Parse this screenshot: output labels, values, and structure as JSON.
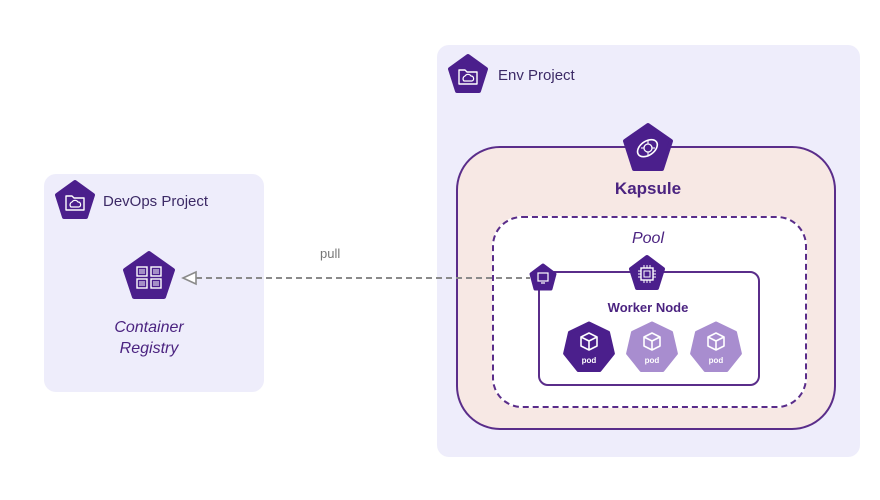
{
  "devops_project": {
    "label": "DevOps Project",
    "icon": "project-cloud-folder-icon"
  },
  "env_project": {
    "label": "Env Project",
    "icon": "project-cloud-folder-icon"
  },
  "kapsule": {
    "label": "Kapsule",
    "icon": "kubernetes-helm-icon"
  },
  "pool": {
    "label": "Pool"
  },
  "worker_node": {
    "label": "Worker Node",
    "icon": "cpu-chip-icon"
  },
  "registry": {
    "line1": "Container",
    "line2": "Registry",
    "icon": "container-registry-icon"
  },
  "connector": {
    "label": "pull"
  },
  "pods": [
    {
      "label": "pod",
      "state": "active"
    },
    {
      "label": "pod",
      "state": "inactive"
    },
    {
      "label": "pod",
      "state": "inactive"
    }
  ],
  "colors": {
    "primary": "#4b1f8c",
    "inactive_pod": "#a88dcf",
    "project_bg": "#eeedfb",
    "kapsule_bg": "#f7e8e4"
  }
}
